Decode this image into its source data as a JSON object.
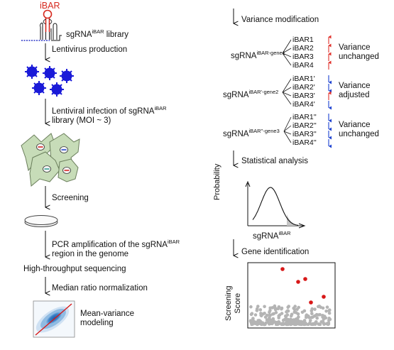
{
  "left": {
    "ibar_label": "iBAR",
    "library_label": "sgRNA",
    "library_sup": "iBAR",
    "library_suffix": " library",
    "step_lentivirus": "Lentivirus production",
    "step_infection_line1": "Lentiviral infection of sgRNA",
    "step_infection_sup": "iBAR",
    "step_infection_line2": "library (MOI ~ 3)",
    "step_screening": "Screening",
    "step_pcr_line1": "PCR amplification of the sgRNA",
    "step_pcr_sup": "iBAR",
    "step_pcr_line2": "region in the genome",
    "step_sequencing": "High-throughput sequencing",
    "step_normalization": "Median ratio normalization",
    "step_modeling_line1": "Mean-variance",
    "step_modeling_line2": "modeling"
  },
  "right": {
    "step_variance": "Variance modification",
    "groups": [
      {
        "gene": "sgRNA",
        "gene_sup": "iBAR-gene1",
        "ibars": [
          "iBAR1",
          "iBAR2",
          "iBAR3",
          "iBAR4"
        ],
        "directions": [
          "up",
          "up",
          "up",
          "up"
        ],
        "status_line1": "Variance",
        "status_line2": "unchanged"
      },
      {
        "gene": "sgRNA",
        "gene_sup": "iBAR'-gene2",
        "ibars": [
          "iBAR1'",
          "iBAR2'",
          "iBAR3'",
          "iBAR4'"
        ],
        "directions": [
          "down",
          "down",
          "up",
          "down"
        ],
        "status_line1": "Variance",
        "status_line2": "adjusted"
      },
      {
        "gene": "sgRNA",
        "gene_sup": "iBAR''-gene3",
        "ibars": [
          "iBAR1''",
          "iBAR2''",
          "iBAR3''",
          "iBAR4''"
        ],
        "directions": [
          "down",
          "down",
          "down",
          "down"
        ],
        "status_line1": "Variance",
        "status_line2": "unchanged"
      }
    ],
    "step_statistical": "Statistical analysis",
    "prob_ylabel": "Probability",
    "prob_xlabel": "sgRNA",
    "prob_xlabel_sup": "iBAR",
    "step_gene_id": "Gene identification",
    "score_ylabel_line1": "Screening",
    "score_ylabel_line2": "Score"
  },
  "colors": {
    "up_arrow": "#e0302a",
    "down_arrow": "#1a3fd0",
    "virus": "#1a1ad8",
    "cell": "#c7dcb8",
    "hairpin": "#d6291e",
    "hit_dots": "#d81818",
    "background_dots": "#b4b4b4",
    "density": "#3b82c8"
  }
}
